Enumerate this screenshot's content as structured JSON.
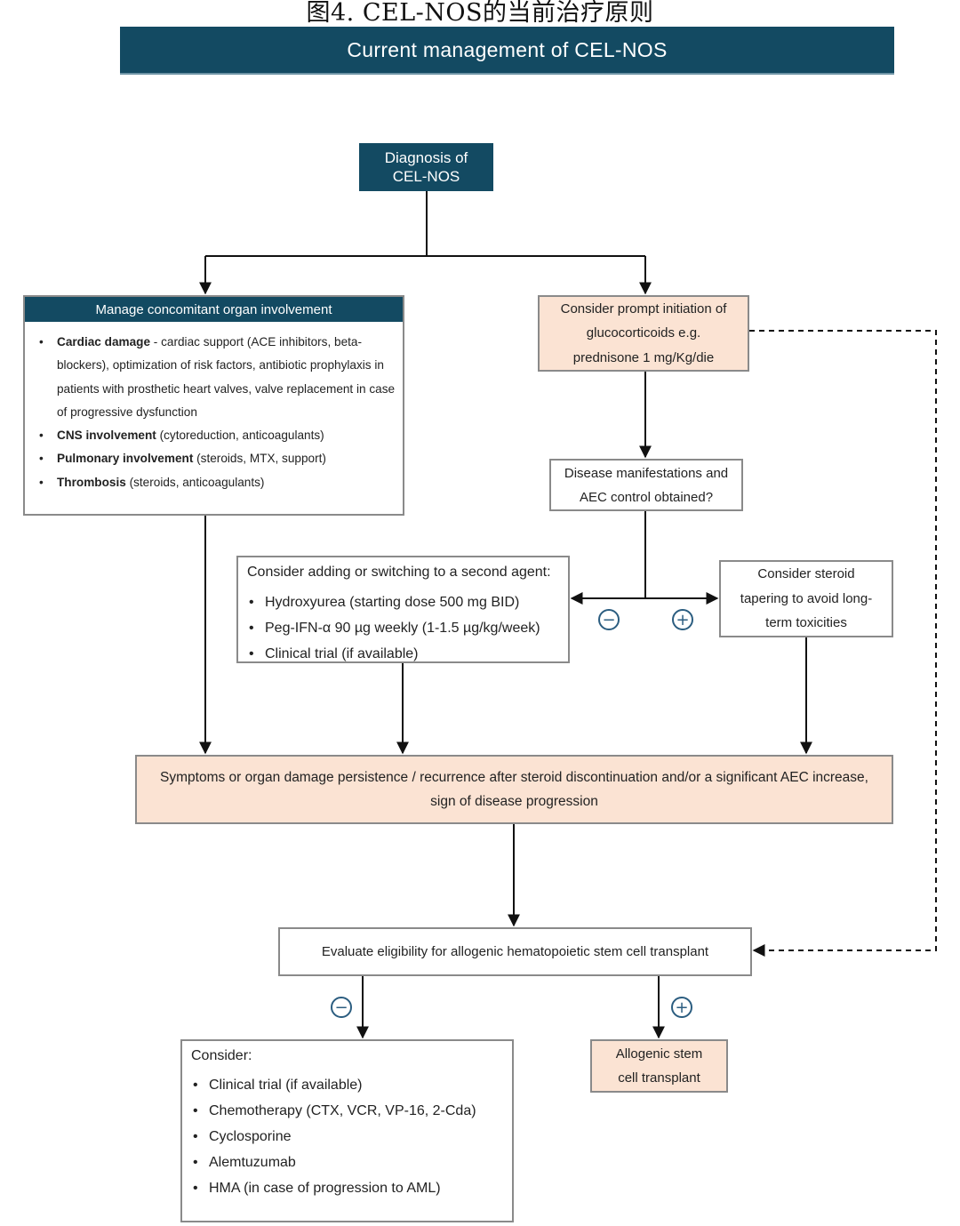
{
  "figure": {
    "caption": "图4. CEL-NOS的当前治疗原则",
    "title": "Current management of CEL-NOS"
  },
  "nodes": {
    "diagnosis": "Diagnosis of CEL-NOS",
    "organ": {
      "header": "Manage concomitant organ involvement",
      "items": [
        {
          "bold": "Cardiac damage",
          "text": " - cardiac support (ACE inhibitors, beta-blockers), optimization of risk factors, antibiotic prophylaxis in patients with prosthetic heart valves, valve replacement in case of progressive dysfunction"
        },
        {
          "bold": "CNS involvement",
          "text": " (cytoreduction, anticoagulants)"
        },
        {
          "bold": "Pulmonary involvement",
          "text": " (steroids, MTX, support)"
        },
        {
          "bold": "Thrombosis",
          "text": " (steroids, anticoagulants)"
        }
      ]
    },
    "corticoids": {
      "line1": "Consider prompt initiation of",
      "line2": "glucocorticoids e.g.",
      "line3": "prednisone 1 mg/Kg/die"
    },
    "aec_control": {
      "line1": "Disease manifestations and",
      "line2": "AEC control obtained?"
    },
    "second_agent": {
      "title": "Consider adding or switching to a second agent:",
      "items": [
        "Hydroxyurea (starting dose 500 mg BID)",
        "Peg-IFN-α 90 µg weekly (1-1.5 µg/kg/week)",
        "Clinical trial (if available)"
      ]
    },
    "tapering": {
      "line1": "Consider steroid",
      "line2": "tapering to avoid long-",
      "line3": "term toxicities"
    },
    "progression": {
      "line1": "Symptoms or organ damage persistence / recurrence after steroid discontinuation and/or a significant AEC increase,",
      "line2": "sign of disease progression"
    },
    "eligibility": "Evaluate eligibility for allogenic hematopoietic stem cell transplant",
    "consider": {
      "title": "Consider:",
      "items": [
        "Clinical trial (if available)",
        "Chemotherapy (CTX, VCR, VP-16, 2-Cda)",
        "Cyclosporine",
        "Alemtuzumab",
        "HMA (in case of progression to AML)"
      ]
    },
    "transplant": {
      "line1": "Allogenic stem",
      "line2": "cell transplant"
    }
  },
  "markers": {
    "negative": "−",
    "positive": "+"
  },
  "colors": {
    "navy": "#134a62",
    "peach": "#fbe3d3",
    "marker": "#2b5d80"
  }
}
